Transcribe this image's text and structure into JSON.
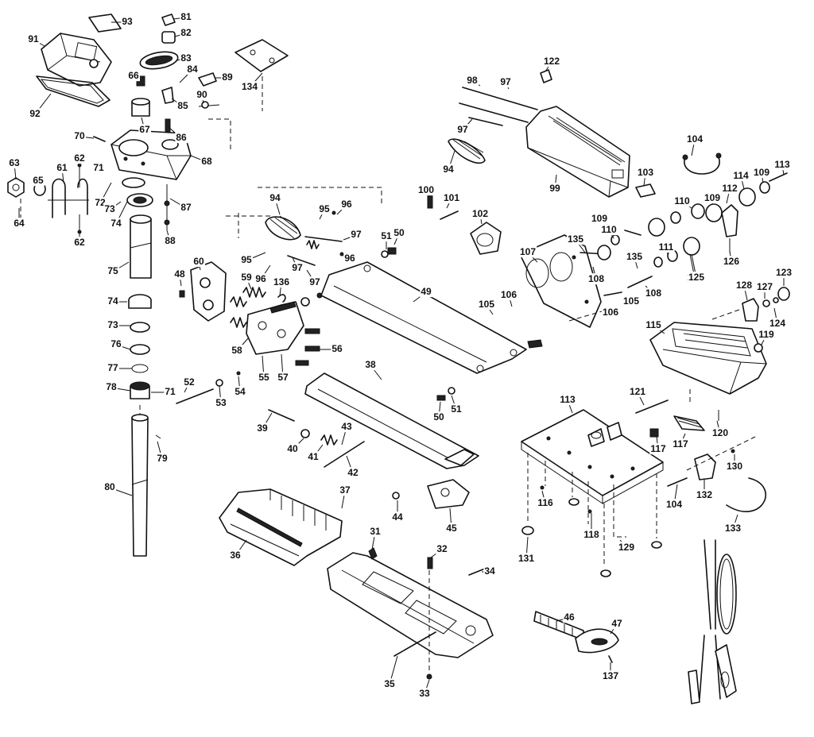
{
  "diagram": {
    "labels": [
      "93",
      "81",
      "82",
      "91",
      "83",
      "84",
      "89",
      "134",
      "92",
      "66",
      "85",
      "90",
      "67",
      "86",
      "70",
      "68",
      "63",
      "65",
      "62",
      "61",
      "71",
      "72",
      "73",
      "74",
      "87",
      "64",
      "62",
      "88",
      "75",
      "60",
      "48",
      "59",
      "136",
      "74",
      "73",
      "76",
      "77",
      "58",
      "78",
      "71",
      "55",
      "57",
      "56",
      "52",
      "53",
      "54",
      "79",
      "80",
      "39",
      "40",
      "41",
      "43",
      "42",
      "37",
      "36",
      "94",
      "95",
      "96",
      "97",
      "95",
      "96",
      "97",
      "97",
      "96",
      "51",
      "50",
      "49",
      "38",
      "50",
      "51",
      "44",
      "45",
      "31",
      "32",
      "34",
      "35",
      "33",
      "46",
      "47",
      "137",
      "122",
      "98",
      "97",
      "97",
      "94",
      "99",
      "100",
      "101",
      "102",
      "107",
      "105",
      "106",
      "106",
      "135",
      "110",
      "109",
      "108",
      "135",
      "108",
      "105",
      "111",
      "109",
      "103",
      "104",
      "110",
      "109",
      "112",
      "114",
      "109",
      "113",
      "125",
      "126",
      "128",
      "127",
      "123",
      "124",
      "115",
      "119",
      "113",
      "121",
      "120",
      "117",
      "117",
      "116",
      "118",
      "131",
      "129",
      "130",
      "104",
      "132",
      "133"
    ]
  }
}
